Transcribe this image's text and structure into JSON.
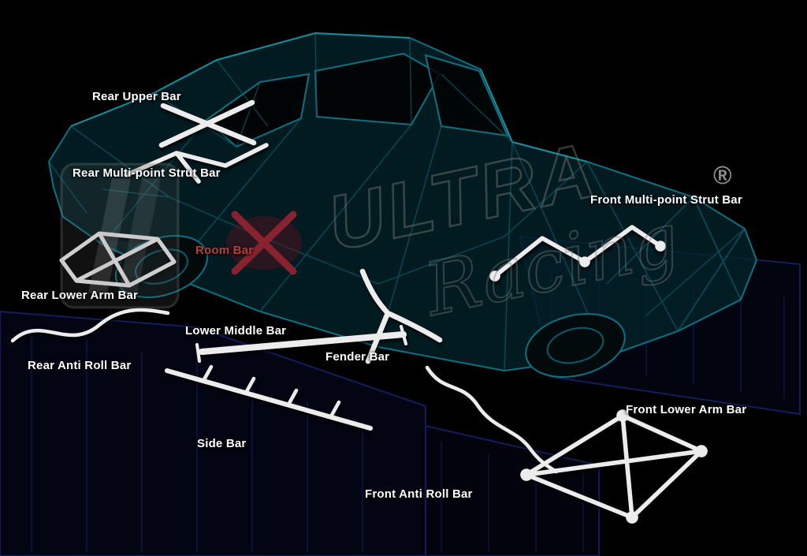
{
  "canvas": {
    "background": "#000000",
    "description_colors": {
      "label_text": "#ffffff",
      "accent_label": "#b5413c",
      "car_wireframe_teal": "#0d7181",
      "chassis_blue": "#2436a8",
      "highlight_bar_white": "#ececec",
      "room_bar_red": "#8e2330",
      "watermark_gray": "#7d7d7d"
    }
  },
  "watermark": {
    "brand_top": "ULTRA",
    "brand_bottom": "Racing",
    "registered": "®"
  },
  "labels": [
    {
      "text": "Rear Upper Bar"
    },
    {
      "text": "Rear Multi-point Strut Bar"
    },
    {
      "text": "Room Bar"
    },
    {
      "text": "Rear Lower Arm Bar"
    },
    {
      "text": "Lower Middle Bar"
    },
    {
      "text": "Rear Anti Roll Bar"
    },
    {
      "text": "Fender Bar"
    },
    {
      "text": "Side Bar"
    },
    {
      "text": "Front Anti Roll Bar"
    },
    {
      "text": "Front Multi-point Strut Bar"
    },
    {
      "text": "Front Lower Arm Bar"
    }
  ]
}
